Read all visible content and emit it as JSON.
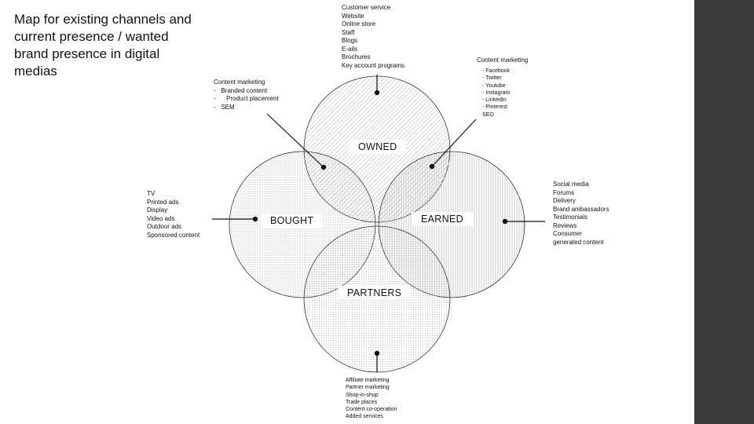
{
  "title": "Map for existing channels and current presence / wanted brand presence in digital medias",
  "circles": {
    "owned": "OWNED",
    "bought": "BOUGHT",
    "earned": "EARNED",
    "partners": "PARTNERS"
  },
  "owned_channels": [
    "Customer service",
    "Website",
    "Online store",
    "Staff",
    "Blogs",
    "E-ails",
    "Brochures",
    "Key account programs"
  ],
  "owned_content_marketing": {
    "heading": "Content marketing",
    "items": [
      "-   Branded content",
      "-      Product placement",
      "-   SEM"
    ]
  },
  "earned_content_marketing": {
    "heading": "Content marketing",
    "items": [
      "- Facebook",
      "- Twitter",
      "- Youtube",
      "- Instagram",
      "- LinkedIn",
      "- Pinterest",
      "SEO"
    ]
  },
  "bought_channels": [
    "TV",
    "Printed ads",
    "Display",
    "Video ads",
    "Outdoor ads",
    "Sponsored content"
  ],
  "earned_channels": [
    "Social media",
    "Forums",
    "Delivery",
    "Brand ambassadors",
    "Testimonials",
    "Reviews",
    "Consumer",
    "generated content"
  ],
  "partners_channels": [
    "Affiliate marketing",
    "Partner marketing",
    "Shop-in-shop",
    "Trade places",
    "Content co-operation",
    "Added services"
  ],
  "colors": {
    "sidebar": "#3b3b3b",
    "stroke": "#333333",
    "pattern": "#9a9a9a"
  }
}
